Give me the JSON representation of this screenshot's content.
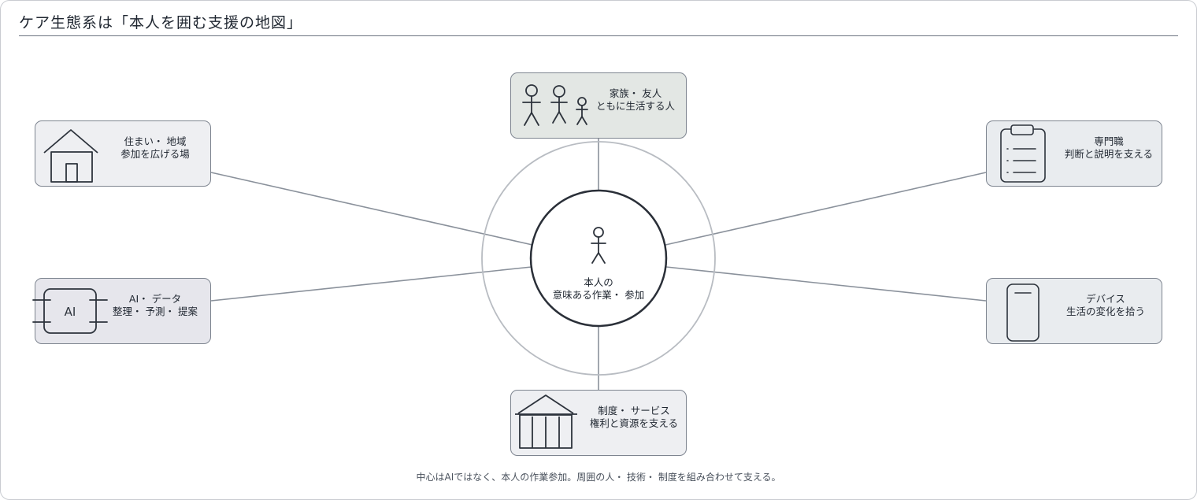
{
  "title": "ケア生態系は「本人を囲む支援の地図」",
  "center": {
    "line1": "本人の",
    "line2": "意味ある作業・ 参加"
  },
  "nodes": {
    "family": {
      "line1": "家族・ 友人",
      "line2": "ともに生活する人"
    },
    "home": {
      "line1": "住まい・ 地域",
      "line2": "参加を広げる場"
    },
    "ai": {
      "icon_text": "AI",
      "line1": "AI・ データ",
      "line2": "整理・ 予測・ 提案"
    },
    "institution": {
      "line1": "制度・ サービス",
      "line2": "権利と資源を支える"
    },
    "professional": {
      "line1": "専門職",
      "line2": "判断と説明を支える"
    },
    "device": {
      "line1": "デバイス",
      "line2": "生活の変化を拾う"
    }
  },
  "caption": "中心はAIではなく、本人の作業参加。周囲の人・ 技術・ 制度を組み合わせて支える。",
  "colors": {
    "line": "#8a919b",
    "outer_ring": "#b8bcc2",
    "inner_ring": "#2a2f38",
    "box_border": "#7e8590",
    "icon": "#2d333c"
  },
  "icons": {
    "family": "family-people-icon",
    "home": "house-icon",
    "ai": "ai-chip-icon",
    "institution": "institution-building-icon",
    "professional": "clipboard-icon",
    "device": "smartphone-icon",
    "center": "person-icon"
  }
}
